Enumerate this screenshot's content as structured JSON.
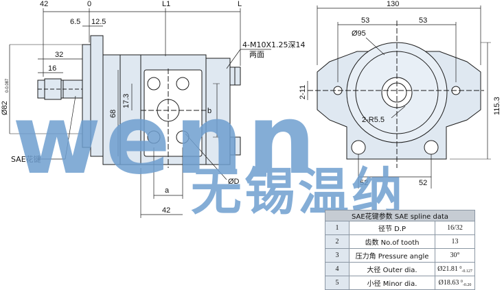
{
  "side_view": {
    "dims_top": [
      "42",
      "0",
      "L1",
      "L"
    ],
    "dim_6_5": "6.5",
    "dim_12_5": "12.5",
    "dim_32": "32",
    "dim_16": "16",
    "dia_82_base": "Ø82",
    "dia_82_tol": "0-0.087",
    "thread_note": "4-M10X1.25深14",
    "thread_note2": "两面",
    "dim_17_3": "17.3",
    "dim_68": "68",
    "dim_b": "b",
    "dim_a": "a",
    "dim_42_bottom": "42",
    "dim_D": "ØD",
    "sae_key": "SAE花键"
  },
  "front_view": {
    "dim_130": "130",
    "dim_53_left": "53",
    "dim_53_right": "53",
    "dia_95": "Ø95",
    "dim_2_11": "2-11",
    "dim_2_r5_5": "2-R5.5",
    "dim_115_3": "115.3",
    "dim_52_left": "52",
    "dim_52_right": "52"
  },
  "watermark": {
    "latin": "wenn",
    "chinese": "无锡温纳"
  },
  "spline_table": {
    "title": "SAE花键参数  SAE spline data",
    "rows": [
      {
        "no": "1",
        "param": "径节  D.P",
        "value": "16/32"
      },
      {
        "no": "2",
        "param": "齿数  No.of tooth",
        "value": "13"
      },
      {
        "no": "3",
        "param": "压力角  Pressure angle",
        "value": "30°"
      },
      {
        "no": "4",
        "param": "大径  Outer dia.",
        "value_main": "Ø21.81",
        "value_tol_top": "0",
        "value_tol_bottom": "-0.127"
      },
      {
        "no": "5",
        "param": "小径  Minor dia.",
        "value_main": "Ø18.63",
        "value_tol_top": "0",
        "value_tol_bottom": "-0.20"
      }
    ]
  },
  "colors": {
    "line": "#1a1a1a",
    "part_fill": "#dfe8f1",
    "watermark": "#6f9fd0",
    "table_header": "#c6ccd3",
    "table_index": "#dfe7ef"
  }
}
